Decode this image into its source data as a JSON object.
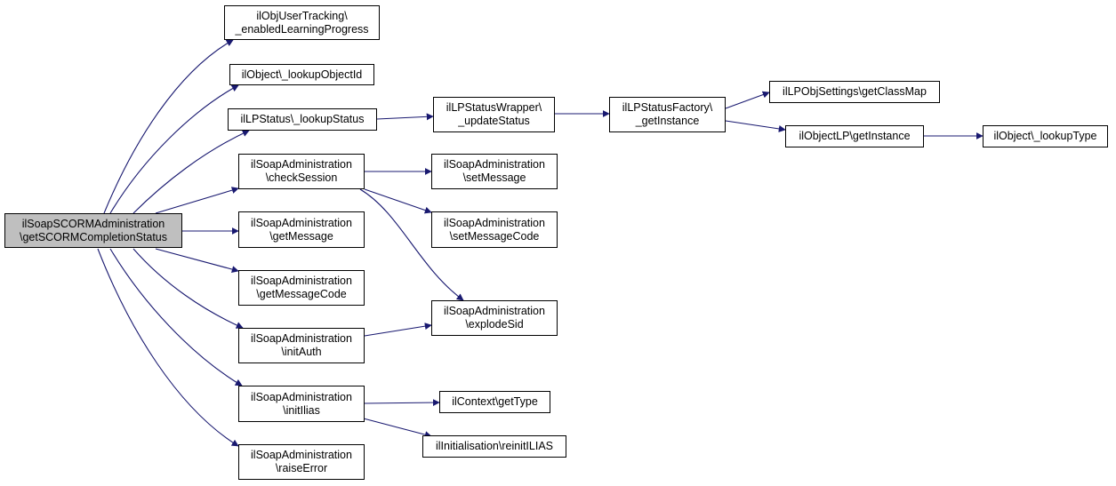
{
  "diagram": {
    "colors": {
      "edge": "#191970",
      "node_border": "#000000",
      "root_fill": "#bfbfbf",
      "node_fill": "#ffffff"
    },
    "nodes": {
      "root": [
        "ilSoapSCORMAdministration",
        "\\getSCORMCompletionStatus"
      ],
      "tracking": [
        "ilObjUserTracking\\",
        "_enabledLearningProgress"
      ],
      "lookupObjectId": [
        "ilObject\\_lookupObjectId"
      ],
      "lookupStatus": [
        "ilLPStatus\\_lookupStatus"
      ],
      "updateStatus": [
        "ilLPStatusWrapper\\",
        "_updateStatus"
      ],
      "factoryInstance": [
        "ilLPStatusFactory\\",
        "_getInstance"
      ],
      "getClassMap": [
        "ilLPObjSettings\\getClassMap"
      ],
      "objLPInstance": [
        "ilObjectLP\\getInstance"
      ],
      "lookupType": [
        "ilObject\\_lookupType"
      ],
      "checkSession": [
        "ilSoapAdministration",
        "\\checkSession"
      ],
      "setMessage": [
        "ilSoapAdministration",
        "\\setMessage"
      ],
      "setMessageCode": [
        "ilSoapAdministration",
        "\\setMessageCode"
      ],
      "getMessage": [
        "ilSoapAdministration",
        "\\getMessage"
      ],
      "getMessageCode": [
        "ilSoapAdministration",
        "\\getMessageCode"
      ],
      "explodeSid": [
        "ilSoapAdministration",
        "\\explodeSid"
      ],
      "initAuth": [
        "ilSoapAdministration",
        "\\initAuth"
      ],
      "initIlias": [
        "ilSoapAdministration",
        "\\initIlias"
      ],
      "getType": [
        "ilContext\\getType"
      ],
      "reinitILIAS": [
        "ilInitialisation\\reinitILIAS"
      ],
      "raiseError": [
        "ilSoapAdministration",
        "\\raiseError"
      ]
    }
  }
}
